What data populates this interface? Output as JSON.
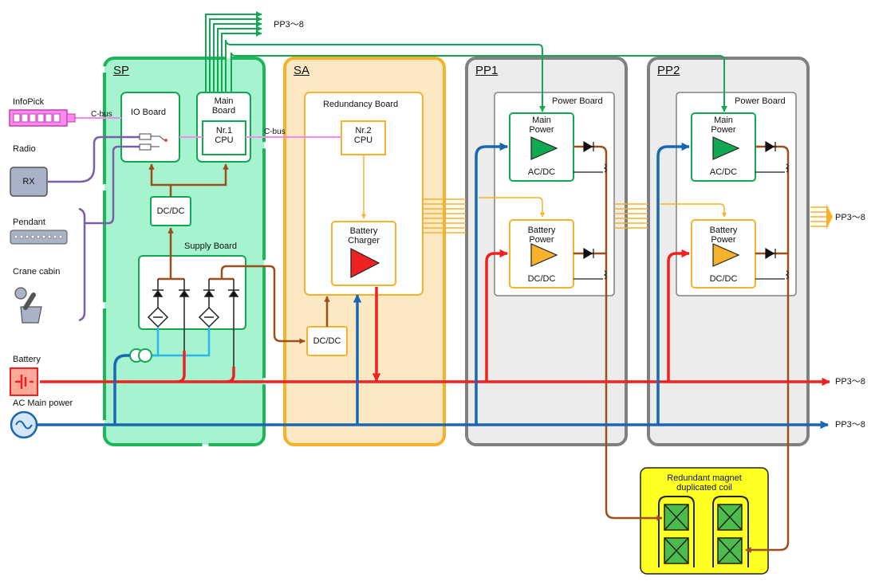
{
  "sections": {
    "sp": "SP",
    "sa": "SA",
    "pp1": "PP1",
    "pp2": "PP2"
  },
  "boards": {
    "io_board": "IO Board",
    "main_board_line1": "Main",
    "main_board_line2": "Board",
    "cpu1_line1": "Nr.1",
    "cpu1_line2": "CPU",
    "redundancy_board": "Redundancy Board",
    "cpu2_line1": "Nr.2",
    "cpu2_line2": "CPU",
    "battery_charger_line1": "Battery",
    "battery_charger_line2": "Charger",
    "dcdc_sp": "DC/DC",
    "dcdc_sa": "DC/DC",
    "supply_board": "Supply Board",
    "pp1_power_board": "Power Board",
    "pp2_power_board": "Power Board",
    "pp1_main_power_line1": "Main",
    "pp1_main_power_line2": "Power",
    "pp1_acdc": "AC/DC",
    "pp1_battery_power_line1": "Battery",
    "pp1_battery_power_line2": "Power",
    "pp1_dcdc": "DC/DC",
    "pp2_main_power_line1": "Main",
    "pp2_main_power_line2": "Power",
    "pp2_acdc": "AC/DC",
    "pp2_battery_power_line1": "Battery",
    "pp2_battery_power_line2": "Power",
    "pp2_dcdc": "DC/DC",
    "magnet_line1": "Redundant magnet",
    "magnet_line2": "duplicated coil"
  },
  "inputs": {
    "infopick": "InfoPick",
    "radio": "Radio",
    "rx": "RX",
    "pendant": "Pendant",
    "crane_cabin": "Crane cabin",
    "battery": "Battery",
    "ac_main_power": "AC Main power"
  },
  "bus": {
    "cbus_io": "C-bus",
    "cbus_cpu": "C-bus"
  },
  "outputs": {
    "pp_top": "PP3～8",
    "pp_orange": "PP3～8",
    "pp_red": "PP3～8",
    "pp_blue": "PP3～8"
  },
  "colors": {
    "sp_fill": "#a6f3d0",
    "sp_border": "#1fb45a",
    "sa_fill": "#fde8c4",
    "sa_border": "#f5b22a",
    "pp_fill": "#ececec",
    "pp_border": "#808080",
    "green": "#12a852",
    "orange": "#f5b22a",
    "red": "#ee2222",
    "blue": "#1a66b3",
    "brown": "#9b4f1b",
    "purple": "#7b5ea8",
    "pink": "#ff88ee",
    "cyan": "#29b8e8",
    "yellow": "#ffff22"
  }
}
